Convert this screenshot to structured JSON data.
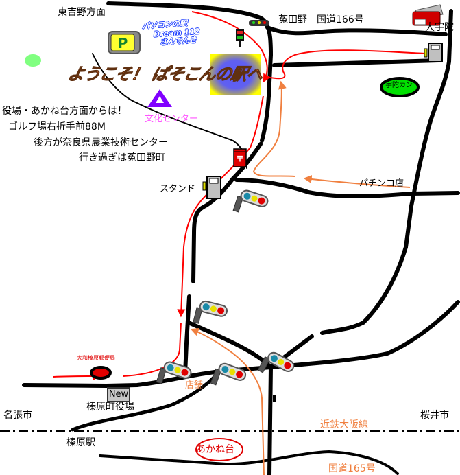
{
  "title": "ようこそ！ ぱそこんの駅へ",
  "shop": {
    "lines": [
      "パソコンの駅",
      "Dream 112",
      "さんでんき"
    ]
  },
  "labels": {
    "higashi_yoshino": "東吉野方面",
    "utano_route": "菟田野　国道166号",
    "ouda": "大宇陀",
    "uda_kan": "宇陀カン",
    "bunka_center": "文化センター",
    "stand": "スタンド",
    "pachinko": "パチンコ店",
    "post_office": "大和榛原郵便局",
    "new_badge": "New",
    "town_hall": "榛原町役場",
    "tenpo": "店舗",
    "nabari": "名張市",
    "sakurai": "桜井市",
    "kintetsu": "近鉄大阪線",
    "haibara_station": "榛原駅",
    "akanedai": "あかね台",
    "route165": "国道165号"
  },
  "directions": [
    "役場・あかね台方面からは！",
    "ゴルフ場右折手前88M",
    "後方が奈良県農業技術センター",
    "行き過ぎは菟田野町"
  ],
  "icons": [
    "parking-icon",
    "gas-station-icon",
    "traffic-light-icon",
    "post-box-icon",
    "fax-machine-icon",
    "culture-center-icon"
  ],
  "colors": {
    "road": "#000000",
    "route_main": "#ff0000",
    "route_alt": "#f08040",
    "destination_fill": "#6060f0",
    "destination_glow": "#ffff00",
    "uda_kan_fill": "#00e000"
  }
}
